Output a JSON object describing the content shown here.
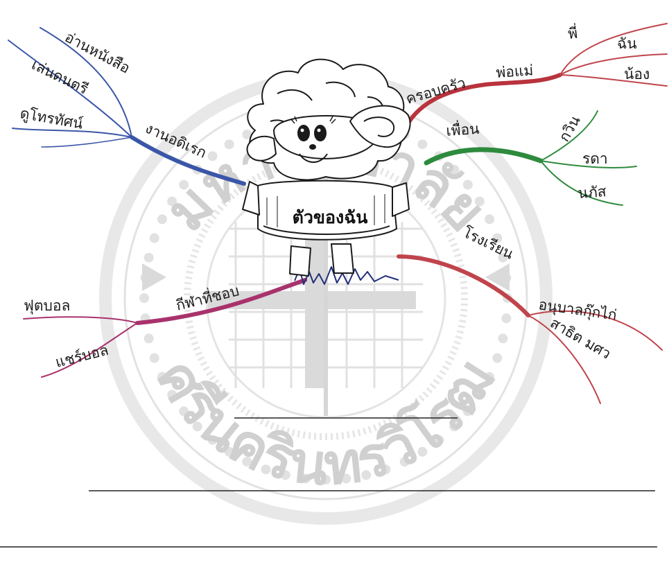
{
  "center": {
    "label": "ตัวของฉัน",
    "mascot": "sheep-mascot-icon"
  },
  "watermark": {
    "text_top": "มหาวิทยาลัย",
    "text_bottom": "ศรีนครินทรวิโรฒ",
    "emblem": "university-seal-icon"
  },
  "colors": {
    "hobby": "#3a56a8",
    "family": "#b8333d",
    "friends": "#2e8b3e",
    "sports": "#a8326c",
    "school": "#c0444c",
    "watermark": "#d9d9d9",
    "ink": "#1a1a1a"
  },
  "branches": {
    "hobby": {
      "label": "งานอดิเรก",
      "children": [
        "อ่านหนังสือ",
        "เล่นดนตรี",
        "ดูโทรทัศน์"
      ]
    },
    "family": {
      "label": "ครอบครัว",
      "sub_label": "พ่อแม่",
      "children": [
        "พี่",
        "ฉัน",
        "น้อง"
      ]
    },
    "friends": {
      "label": "เพื่อน",
      "children": [
        "กวิน",
        "รดา",
        "นภัส"
      ]
    },
    "sports": {
      "label": "กีฬาที่ชอบ",
      "children": [
        "ฟุตบอล",
        "แชร์บอล"
      ]
    },
    "school": {
      "label": "โรงเรียน",
      "children": [
        "อนุบาลกุ๊กไก่",
        "สาธิต มศว"
      ]
    }
  }
}
